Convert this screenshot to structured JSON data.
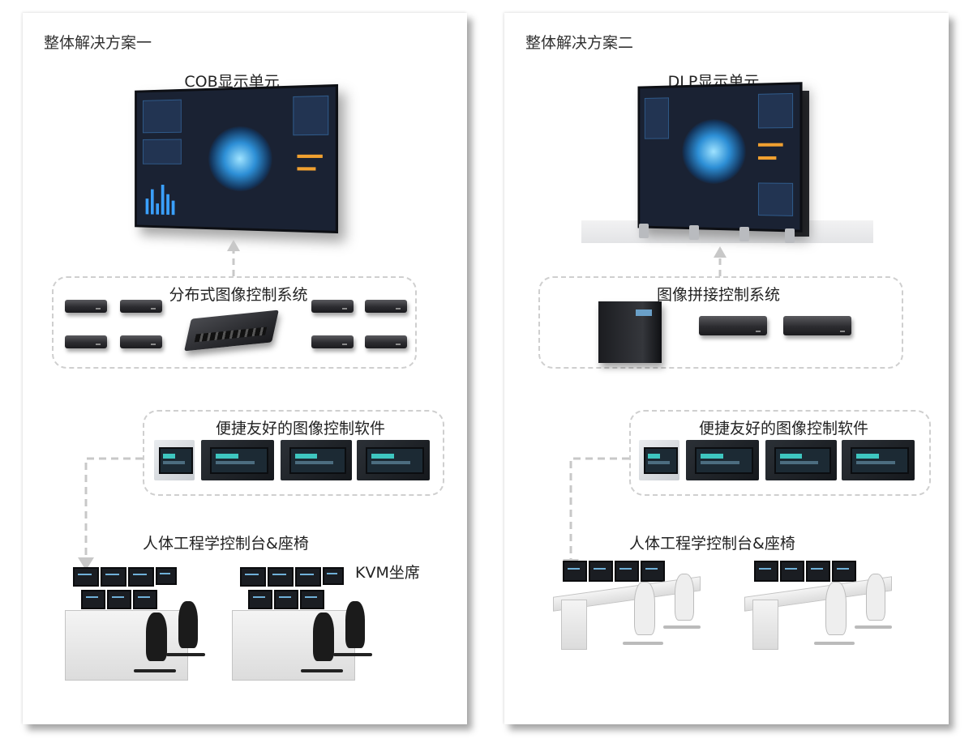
{
  "left": {
    "title": "整体解决方案一",
    "display_label": "COB显示单元",
    "group_label": "分布式图像控制系统",
    "software_label": "便捷友好的图像控制软件",
    "console_label": "人体工程学控制台&座椅",
    "kvm_label": "KVM坐席"
  },
  "right": {
    "title": "整体解决方案二",
    "display_label": "DLP显示单元",
    "group_label": "图像拼接控制系统",
    "software_label": "便捷友好的图像控制软件",
    "console_label": "人体工程学控制台&座椅"
  },
  "icons": {
    "arrow": "dashed-arrow-up-icon",
    "link": "dashed-connector-icon"
  },
  "colors": {
    "dash": "#cfcfcf",
    "arrow": "#c8c8c8",
    "screen_glow": "#2d8fd6",
    "accent_orange": "#f0a030"
  }
}
